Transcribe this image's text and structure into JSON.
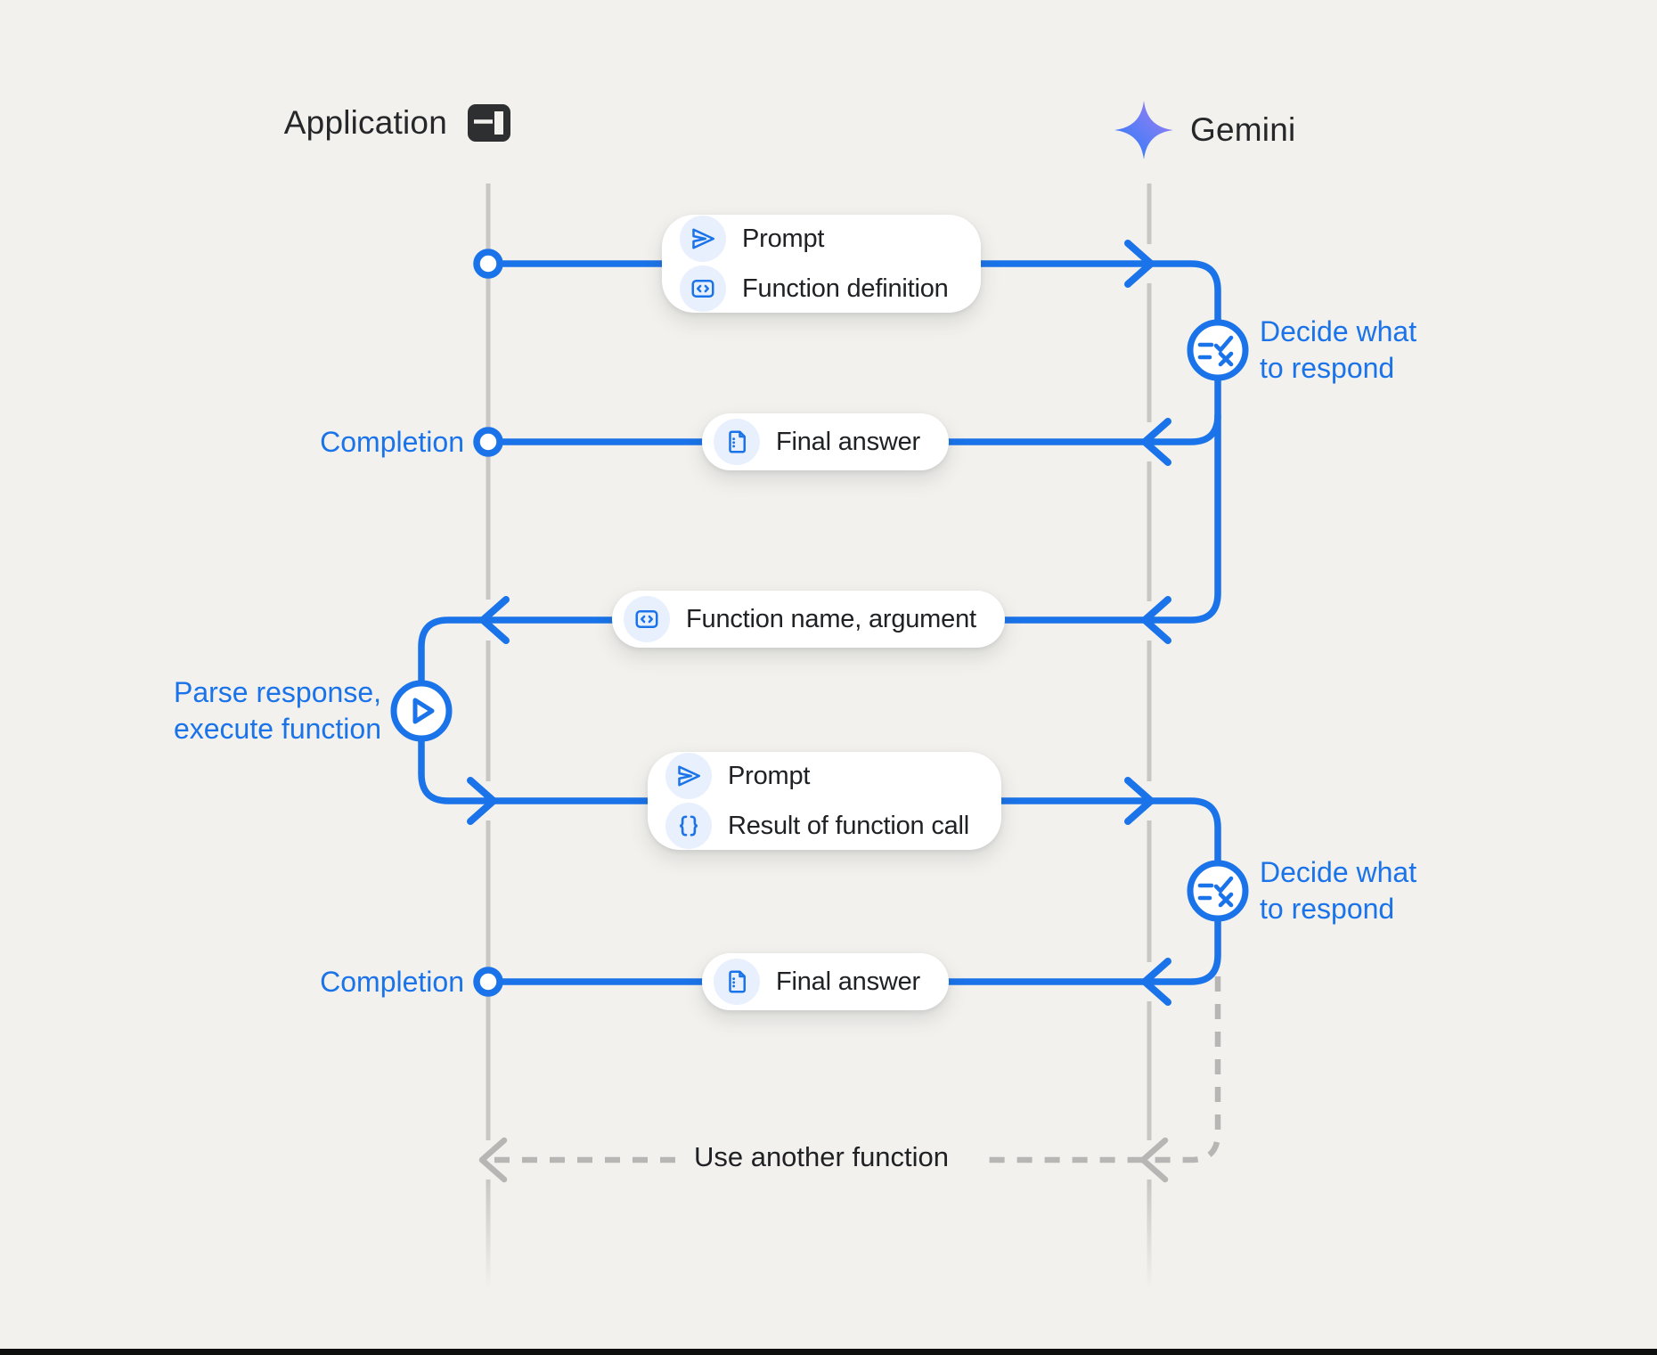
{
  "palette": {
    "background": "#f2f1ee",
    "blue": "#1a73e8",
    "icon_chip_bg": "#e8f0fe",
    "ink": "#202124",
    "lifeline_gray": "#c8c7c5",
    "dashed_gray": "#b7b6b4",
    "gemini_gradient_start": "#3079f7",
    "gemini_gradient_end": "#9d7bf2"
  },
  "actors": {
    "application": {
      "label": "Application",
      "icon": "app-window-icon"
    },
    "gemini": {
      "label": "Gemini",
      "icon": "gemini-sparkle-icon"
    }
  },
  "pills": {
    "prompt1": {
      "rows": [
        {
          "icon": "send-icon",
          "label": "Prompt"
        },
        {
          "icon": "code-icon",
          "label": "Function definition"
        }
      ]
    },
    "final1": {
      "icon": "document-icon",
      "label": "Final answer"
    },
    "function_name": {
      "icon": "code-icon",
      "label": "Function name, argument"
    },
    "prompt2": {
      "rows": [
        {
          "icon": "send-icon",
          "label": "Prompt"
        },
        {
          "icon": "braces-icon",
          "label": "Result of function call"
        }
      ]
    },
    "final2": {
      "icon": "document-icon",
      "label": "Final answer"
    }
  },
  "annotations": {
    "decide1": {
      "line1": "Decide what",
      "line2": "to respond",
      "icon": "rule-icon"
    },
    "decide2": {
      "line1": "Decide what",
      "line2": "to respond",
      "icon": "rule-icon"
    },
    "parse": {
      "line1": "Parse response,",
      "line2": "execute function",
      "icon": "play-icon"
    },
    "completion1": "Completion",
    "completion2": "Completion",
    "use_another_function": "Use another function"
  }
}
